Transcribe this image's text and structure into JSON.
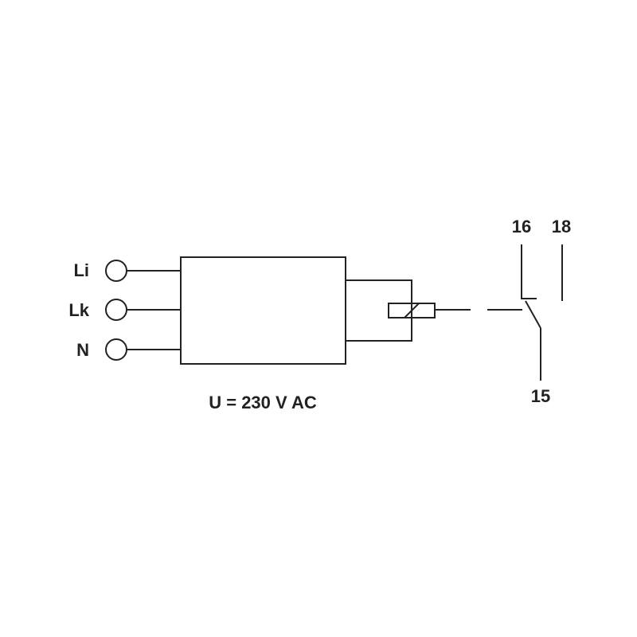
{
  "terminals": [
    {
      "label": "Li"
    },
    {
      "label": "Lk"
    },
    {
      "label": "N"
    }
  ],
  "supply_voltage": "U = 230 V AC",
  "contacts": {
    "nc": "16",
    "no": "18",
    "common": "15"
  },
  "colors": {
    "line": "#222222",
    "background": "#ffffff"
  }
}
